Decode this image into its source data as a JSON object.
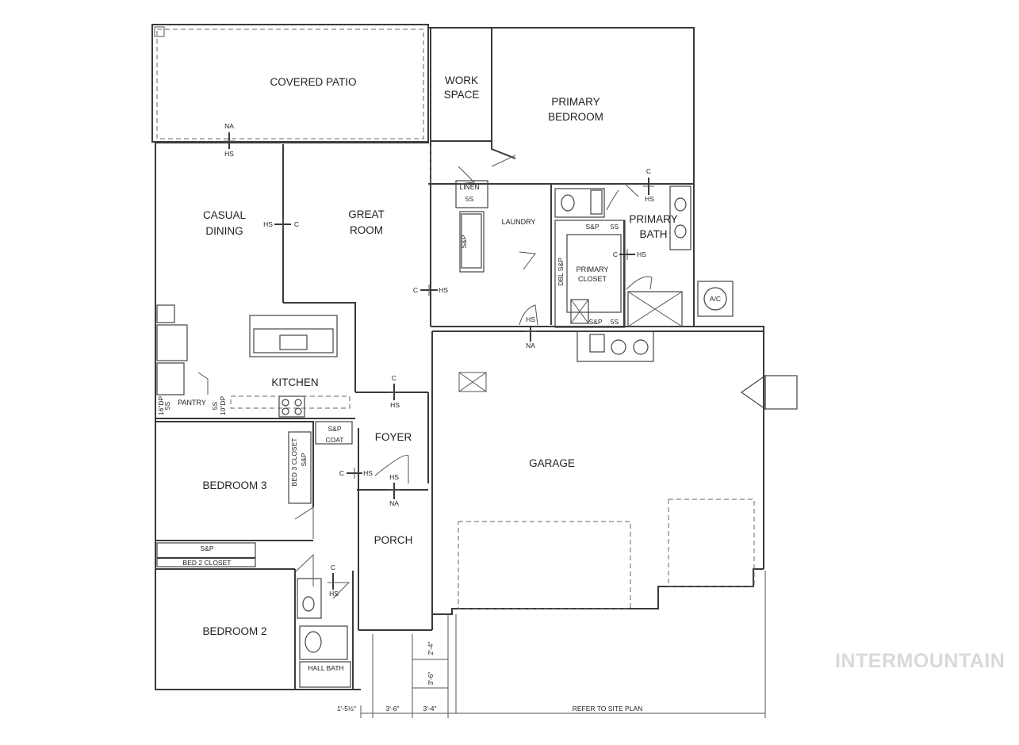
{
  "rooms": {
    "covered_patio": "COVERED PATIO",
    "work_space": [
      "WORK",
      "SPACE"
    ],
    "primary_bedroom": [
      "PRIMARY",
      "BEDROOM"
    ],
    "casual_dining": [
      "CASUAL",
      "DINING"
    ],
    "great_room": [
      "GREAT",
      "ROOM"
    ],
    "laundry": "LAUNDRY",
    "primary_bath": [
      "PRIMARY",
      "BATH"
    ],
    "primary_closet": [
      "PRIMARY",
      "CLOSET"
    ],
    "kitchen": "KITCHEN",
    "pantry": "PANTRY",
    "foyer": "FOYER",
    "garage": "GARAGE",
    "bedroom_3": "BEDROOM 3",
    "bedroom_2": "BEDROOM 2",
    "porch": "PORCH",
    "hall_bath": "HALL BATH",
    "bed_3_closet": "BED 3 CLOSET",
    "bed_2_closet": "BED 2 CLOSET"
  },
  "labels": {
    "linen": "LINEN",
    "five_s": "5S",
    "s_and_p": "S&P",
    "dbl_s_and_p": "DBL S&P",
    "coat": "COAT",
    "ac": "A/C",
    "na": "NA",
    "hs": "HS",
    "c": "C",
    "dp_16": "16\"DP",
    "dp_10": "10\"DP",
    "s5": "5S"
  },
  "dimensions": {
    "d1": "1'-5½\"",
    "d2": "3'-6\"",
    "d3": "3'-4\"",
    "d4": "2'-4\"",
    "d5": "3'-6\"",
    "site_plan": "REFER TO SITE PLAN"
  },
  "brand": "INTERMOUNTAIN"
}
